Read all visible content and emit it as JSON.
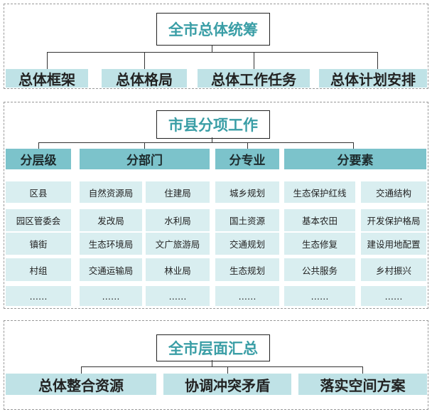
{
  "section1": {
    "title": "全市总体统筹",
    "items": [
      "总体框架",
      "总体格局",
      "总体工作任务",
      "总体计划安排"
    ]
  },
  "section2": {
    "title": "市县分项工作",
    "headers": [
      "分层级",
      "分部门",
      "分专业",
      "分要素"
    ],
    "levels": [
      "区县",
      "园区管委会",
      "镇街",
      "村组",
      "……"
    ],
    "departments_a": [
      "自然资源局",
      "发改局",
      "生态环境局",
      "交通运输局",
      "……"
    ],
    "departments_b": [
      "住建局",
      "水利局",
      "文广旅游局",
      "林业局",
      "……"
    ],
    "professions": [
      "城乡规划",
      "国土资源",
      "交通规划",
      "生态规划",
      "……"
    ],
    "elements_a": [
      "生态保护红线",
      "基本农田",
      "生态修复",
      "公共服务",
      "……"
    ],
    "elements_b": [
      "交通结构",
      "开发保护格局",
      "建设用地配置",
      "乡村振兴",
      "……"
    ]
  },
  "section3": {
    "title": "全市层面汇总",
    "items": [
      "总体整合资源",
      "协调冲突矛盾",
      "落实空间方案"
    ]
  }
}
